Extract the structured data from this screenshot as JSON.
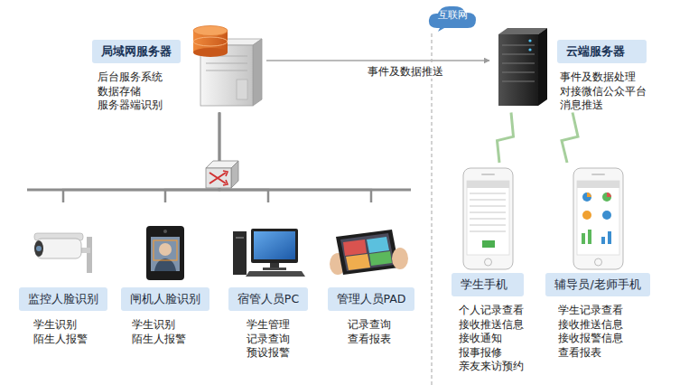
{
  "diagram": {
    "nodes": [
      {
        "text": [
          "局域网服务器",
          "后台服务系统 数据存储 服务器端识别"
        ]
      },
      {
        "text": [
          "互联网"
        ]
      },
      {
        "text": [
          "云端服务器",
          "事件及数据处理 对接微信公众平台 消息推送"
        ]
      },
      {
        "text": [
          "监控人脸识别",
          "学生识别 陌生人报警"
        ]
      },
      {
        "text": [
          "闸机人脸识别",
          "学生识别 陌生人报警"
        ]
      },
      {
        "text": [
          "宿管人员PC",
          "学生管理 记录查询 预设报警"
        ]
      },
      {
        "text": [
          "管理人员PAD",
          "记录查询 查看报表"
        ]
      },
      {
        "text": [
          "学生手机",
          "个人记录查看 接收推送信息 接收通知 报事报修 亲友来访预约"
        ]
      },
      {
        "text": [
          "辅导员/老师手机",
          "学生记录查看 接收推送信息 接收报警信息 查看报表"
        ]
      }
    ],
    "edges": [
      {
        "from": 0,
        "to": 2,
        "label": "事件及数据推送",
        "arrow": "to"
      },
      {
        "from": 0,
        "to": 3,
        "arrow": "none"
      },
      {
        "from": 0,
        "to": 4,
        "arrow": "none"
      },
      {
        "from": 0,
        "to": 5,
        "arrow": "none"
      },
      {
        "from": 0,
        "to": 6,
        "arrow": "none"
      },
      {
        "from": 2,
        "to": 7,
        "arrow": "none"
      },
      {
        "from": 2,
        "to": 8,
        "arrow": "none"
      }
    ]
  }
}
